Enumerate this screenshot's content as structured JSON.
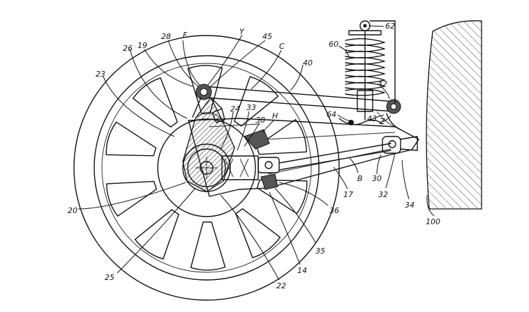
{
  "labels": {
    "n19": "19",
    "n26": "26",
    "n28": "28",
    "nF": "F",
    "nY": "Y",
    "n45": "45",
    "nC": "C",
    "n40": "40",
    "n62": "62",
    "n60": "60",
    "n42": "42",
    "n23": "23",
    "n24": "24",
    "n33": "33",
    "nH": "H",
    "n38": "38",
    "n64": "64",
    "n43": "43",
    "nZ": "Z",
    "nB": "B",
    "n30": "30",
    "n17": "17",
    "n32": "32",
    "n34": "34",
    "n20": "20",
    "n36": "36",
    "n35": "35",
    "n100": "100",
    "n25": "25",
    "n14": "14",
    "n22": "22"
  }
}
